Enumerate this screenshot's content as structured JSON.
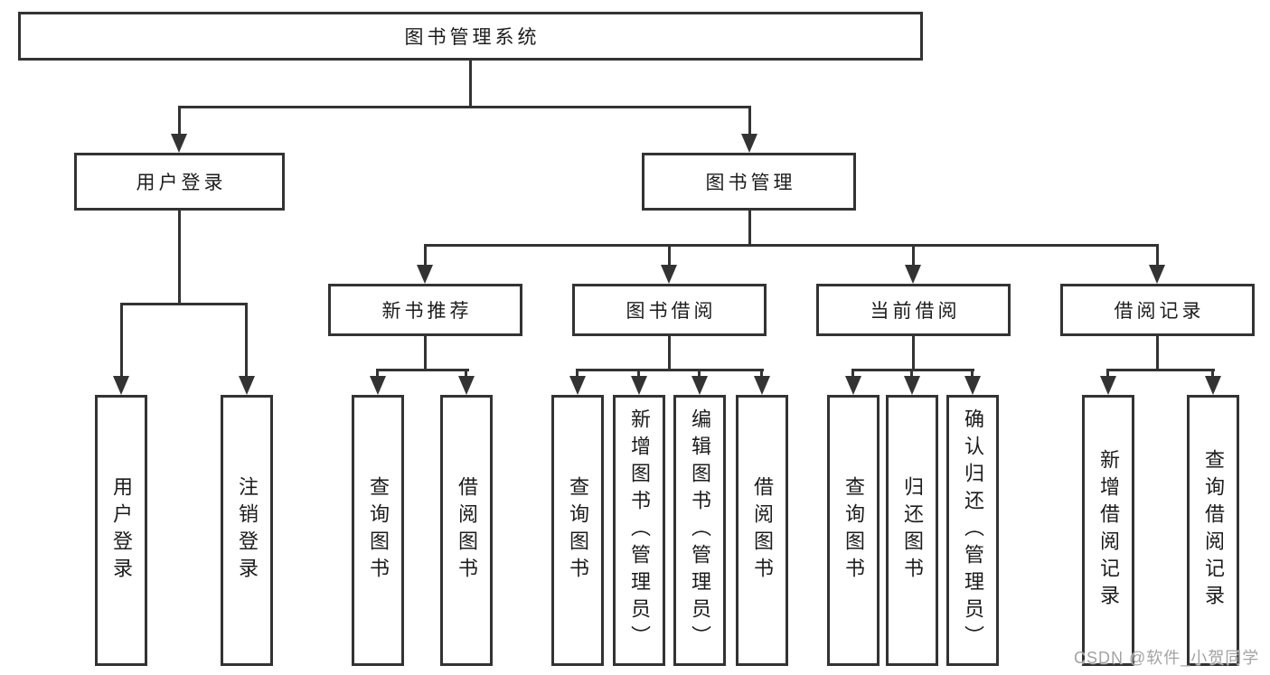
{
  "diagram": {
    "root": {
      "label": "图书管理系统"
    },
    "level2": [
      {
        "label": "用户登录"
      },
      {
        "label": "图书管理"
      }
    ],
    "level3": [
      {
        "label": "新书推荐",
        "parent": "图书管理"
      },
      {
        "label": "图书借阅",
        "parent": "图书管理"
      },
      {
        "label": "当前借阅",
        "parent": "图书管理"
      },
      {
        "label": "借阅记录",
        "parent": "图书管理"
      }
    ],
    "leaves": [
      {
        "label": "用户登录",
        "parent": "用户登录"
      },
      {
        "label": "注销登录",
        "parent": "用户登录"
      },
      {
        "label": "查询图书",
        "parent": "新书推荐"
      },
      {
        "label": "借阅图书",
        "parent": "新书推荐"
      },
      {
        "label": "查询图书",
        "parent": "图书借阅"
      },
      {
        "label": "新增图书（管理员）",
        "parent": "图书借阅"
      },
      {
        "label": "编辑图书（管理员）",
        "parent": "图书借阅"
      },
      {
        "label": "借阅图书",
        "parent": "图书借阅"
      },
      {
        "label": "查询图书",
        "parent": "当前借阅"
      },
      {
        "label": "归还图书",
        "parent": "当前借阅"
      },
      {
        "label": "确认归还（管理员）",
        "parent": "当前借阅"
      },
      {
        "label": "新增借阅记录",
        "parent": "借阅记录"
      },
      {
        "label": "查询借阅记录",
        "parent": "借阅记录"
      }
    ],
    "colors": {
      "line": "#333333",
      "box_border": "#333333",
      "text": "#1c1c1c",
      "background": "#ffffff",
      "watermark": "#a3a3a3"
    }
  },
  "watermark": {
    "text": "CSDN @软件_小贺同学"
  }
}
